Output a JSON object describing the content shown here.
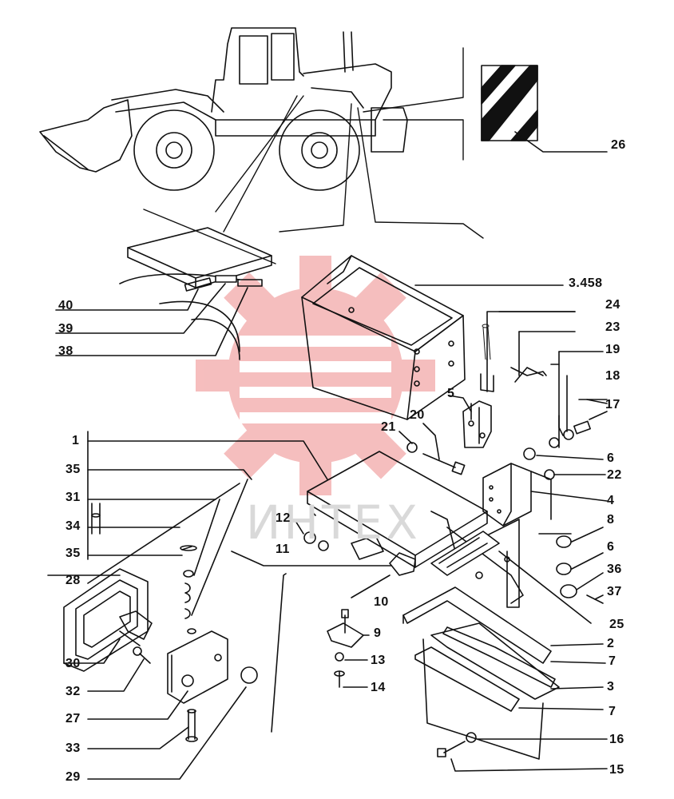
{
  "watermark": {
    "text": "ИНТЕХ",
    "color": "#f4b3b3"
  },
  "callouts": {
    "c1": "1",
    "c2": "2",
    "c3": "3",
    "c3458": "3.458",
    "c4": "4",
    "c5": "5",
    "c6a": "6",
    "c6b": "6",
    "c7a": "7",
    "c7b": "7",
    "c8": "8",
    "c9": "9",
    "c10": "10",
    "c11": "11",
    "c12": "12",
    "c13": "13",
    "c14": "14",
    "c15": "15",
    "c16": "16",
    "c17": "17",
    "c18": "18",
    "c19": "19",
    "c20": "20",
    "c21": "21",
    "c22": "22",
    "c23": "23",
    "c24": "24",
    "c25": "25",
    "c26": "26",
    "c27": "27",
    "c28": "28",
    "c29": "29",
    "c30": "30",
    "c31": "31",
    "c32": "32",
    "c33": "33",
    "c34": "34",
    "c35a": "35",
    "c35b": "35",
    "c36": "36",
    "c37": "37",
    "c38": "38",
    "c39": "39",
    "c40": "40"
  }
}
